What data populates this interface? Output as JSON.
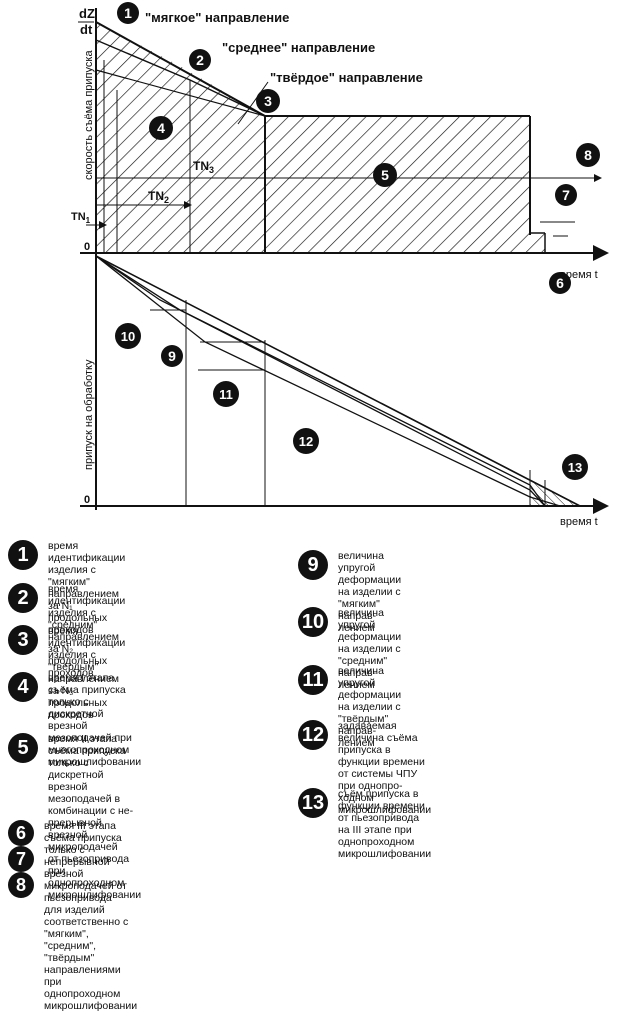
{
  "chart": {
    "y_label_top": "dZ",
    "y_label_bottom": "dt",
    "y_axis_title_top": "скорость съёма припуска",
    "y_axis_title_bottom": "припуск на обработку",
    "x_label_top": "время t",
    "x_label_bottom": "время t",
    "zero_label_top": "0",
    "zero_label_bottom": "0",
    "tn1": "TN",
    "tn1_sub": "1",
    "tn2": "TN",
    "tn2_sub": "2",
    "tn3": "TN",
    "tn3_sub": "3",
    "dir_soft": "\"мягкое\" направление",
    "dir_medium": "\"среднее\" направление",
    "dir_hard": "\"твёрдое\" направление",
    "markers": [
      "1",
      "2",
      "3",
      "4",
      "5",
      "6",
      "7",
      "8",
      "9",
      "10",
      "11",
      "12",
      "13"
    ]
  },
  "legend": {
    "item1": "время идентификации изделия с\n\"мягким\" направлением за N₁\nпродольных проходов",
    "item2": "время идентификации изделия с\n\"средним\" направлением за N₂\nпродольных проходов",
    "item3": "время идентификации изделия с\n\"твёрдым\" направлением за N₃\nпродольных проходов",
    "item4": "время I этапа съёма припуска\nтолько с дискретной врезной\nмезоподачей при многопроходном\nмикрошлифовании",
    "item5": "время II этапа съёма припуска\nтолько с дискретной врезной\nмезоподачей в комбинации с не-\nпрерывной врезной микроподачей\nот пьезопривода при однопроходном\nмикрошлифовании",
    "item678": "время III этапа съёма припуска\nтолько с непрерывной врезной\nмикроподачей от пьезопривода\nдля изделий соответственно с\n\"мягким\", \"средним\", \"твёрдым\"\nнаправлениями при однопроходном\nмикрошлифовании",
    "item9": "величина упругой деформации\nна изделии с \"мягким\" направ-\nлением",
    "item10": "величина упругой деформации\nна изделии с \"средним\" направ-\nлением",
    "item11": "величина упругой деформации\nна изделии с \"твёрдым\" направ-\nлением",
    "item12": "задаваемая величина съёма\nприпуска в функции времени\nот системы ЧПУ при однопро-\nходном микрошлифовании",
    "item13": "съём припуска в функции времени\nот пьезопривода на III этапе при\nоднопроходном микрошлифовании"
  }
}
